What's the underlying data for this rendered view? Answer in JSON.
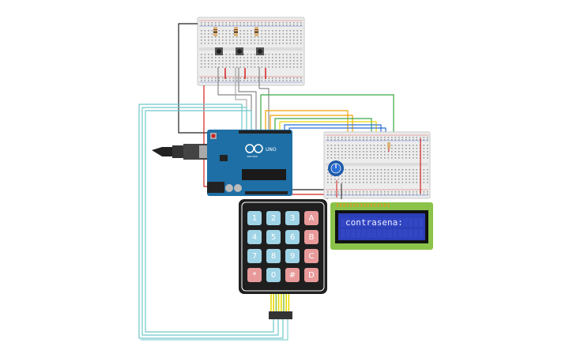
{
  "arduino": {
    "board_label": "UNO",
    "brand_label": "ARDUINO"
  },
  "lcd": {
    "line1": "contrasena:",
    "line2": ""
  },
  "keypad": {
    "rows": [
      [
        {
          "label": "1",
          "color": "#9fd3e6"
        },
        {
          "label": "2",
          "color": "#9fd3e6"
        },
        {
          "label": "3",
          "color": "#9fd3e6"
        },
        {
          "label": "A",
          "color": "#e89a9a"
        }
      ],
      [
        {
          "label": "4",
          "color": "#9fd3e6"
        },
        {
          "label": "5",
          "color": "#9fd3e6"
        },
        {
          "label": "6",
          "color": "#9fd3e6"
        },
        {
          "label": "B",
          "color": "#e89a9a"
        }
      ],
      [
        {
          "label": "7",
          "color": "#9fd3e6"
        },
        {
          "label": "8",
          "color": "#9fd3e6"
        },
        {
          "label": "9",
          "color": "#9fd3e6"
        },
        {
          "label": "C",
          "color": "#e89a9a"
        }
      ],
      [
        {
          "label": "*",
          "color": "#e89a9a"
        },
        {
          "label": "0",
          "color": "#9fd3e6"
        },
        {
          "label": "#",
          "color": "#e89a9a"
        },
        {
          "label": "D",
          "color": "#e89a9a"
        }
      ]
    ]
  },
  "colors": {
    "board_blue": "#1e6fa5",
    "lcd_green": "#8bc34a",
    "lcd_screen": "#2b3fb8",
    "wire_teal": "#6fc7c9",
    "wire_orange": "#f0a000",
    "wire_green": "#3aa845",
    "wire_yellow": "#e8d800",
    "wire_blue": "#2b6fd6",
    "wire_red": "#d32020",
    "wire_black": "#222222",
    "wire_gray": "#888888"
  }
}
